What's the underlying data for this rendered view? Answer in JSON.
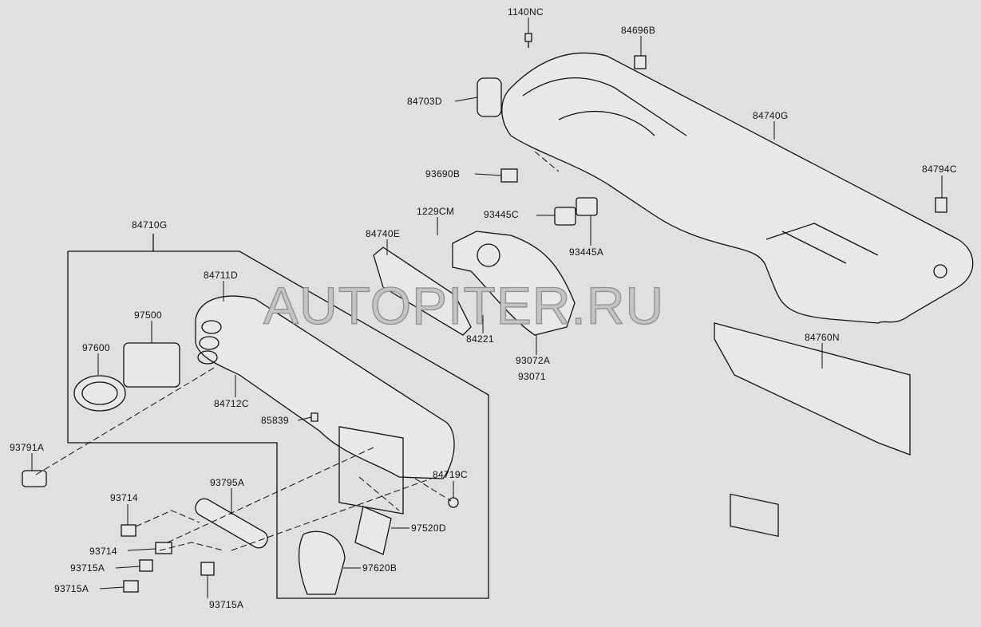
{
  "watermark": "AUTOPITER.RU",
  "parts": [
    {
      "id": "p1",
      "number": "1140NC"
    },
    {
      "id": "p2",
      "number": "84696B"
    },
    {
      "id": "p3",
      "number": "84703D"
    },
    {
      "id": "p4",
      "number": "84740G"
    },
    {
      "id": "p5",
      "number": "93690B"
    },
    {
      "id": "p6",
      "number": "84794C"
    },
    {
      "id": "p7",
      "number": "1229CM"
    },
    {
      "id": "p8",
      "number": "93445C"
    },
    {
      "id": "p9",
      "number": "93445A"
    },
    {
      "id": "p10",
      "number": "84710G"
    },
    {
      "id": "p11",
      "number": "84740E"
    },
    {
      "id": "p12",
      "number": "84711D"
    },
    {
      "id": "p13",
      "number": "97500"
    },
    {
      "id": "p14",
      "number": "97600"
    },
    {
      "id": "p15",
      "number": "84221"
    },
    {
      "id": "p16",
      "number": "93072A"
    },
    {
      "id": "p17",
      "number": "93071"
    },
    {
      "id": "p18",
      "number": "84760N"
    },
    {
      "id": "p19",
      "number": "84712C"
    },
    {
      "id": "p20",
      "number": "85839"
    },
    {
      "id": "p21",
      "number": "93791A"
    },
    {
      "id": "p22",
      "number": "84719C"
    },
    {
      "id": "p23",
      "number": "93714"
    },
    {
      "id": "p24",
      "number": "93795A"
    },
    {
      "id": "p25",
      "number": "97520D"
    },
    {
      "id": "p26",
      "number": "93714"
    },
    {
      "id": "p27",
      "number": "93715A"
    },
    {
      "id": "p28",
      "number": "97620B"
    },
    {
      "id": "p29",
      "number": "93715A"
    },
    {
      "id": "p30",
      "number": "93715A"
    }
  ]
}
